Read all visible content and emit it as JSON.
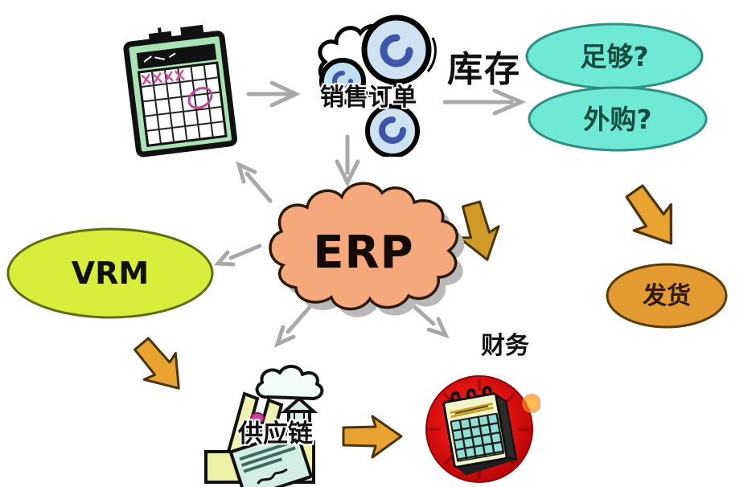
{
  "diagram": {
    "background": "#ffffff",
    "labels": {
      "sales_order": "销售订单",
      "inventory": "库存",
      "stock_enough": "足够?",
      "outsource": "外购?",
      "erp": "ERP",
      "vrm": "VRM",
      "ship": "发货",
      "supply_chain": "供应链",
      "finance": "财务"
    },
    "arrows": {
      "gray": [
        "calendar to sales_order",
        "inventory to stock options",
        "sales_order to erp",
        "erp to calendar",
        "erp to vrm",
        "erp to supply_chain",
        "erp to finance"
      ],
      "orange_block": [
        "right of erp, down",
        "below outsource, down to ship",
        "below vrm, down to supply_chain",
        "supply_chain right to finance"
      ]
    },
    "colors": {
      "option_fill": "#6fe8d6",
      "option_border": "#2e8f85",
      "erp_fill": "#f6a87d",
      "erp_shadow": "#b9b9b9",
      "vrm_fill": "#d9ee3b",
      "vrm_border": "#5f6e12",
      "ship_fill": "#e29a31",
      "ship_border": "#553c04",
      "orange_arrow": "#e8a22f",
      "gold_arrow": "#cf9a26",
      "gray_arrow": "#a9a9a9",
      "finance_badge": "#d81010",
      "calendar_green": "#a9e2b4",
      "factory_fill": "#eef0a6",
      "document_fill": "#d4eee6",
      "lens_fill": "#cfe2f2"
    },
    "icons": [
      "calendar-icon",
      "magnifier-cluster-icon",
      "factory-icon",
      "finance-calendar-icon"
    ]
  }
}
